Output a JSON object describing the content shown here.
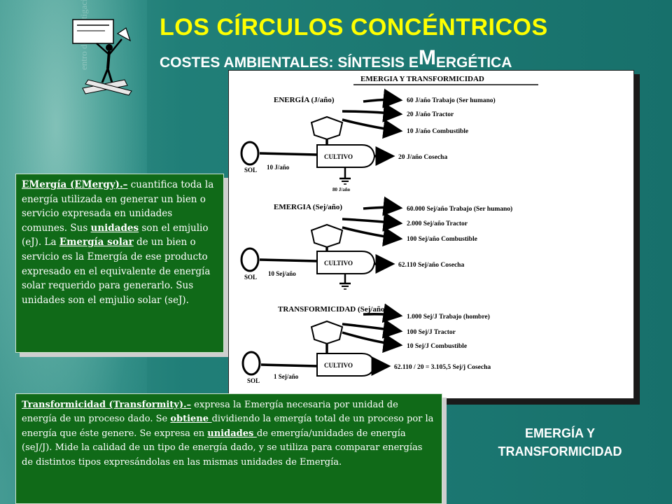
{
  "header": {
    "title": "LOS CÍRCULOS CONCÉNTRICOS",
    "subtitle_pre": "COSTES AMBIENTALES: SÍNTESIS E",
    "subtitle_big": "M",
    "subtitle_post": "ERGÉTICA"
  },
  "watermark": "entro de investigació",
  "diagram": {
    "title": "EMERGIA Y TRANSFORMICIDAD",
    "sections": [
      {
        "heading": "ENERGÍA (J/año)",
        "inputs": [
          "60  J/año Trabajo (Ser humano)",
          "20 J/año Tractor",
          "10 J/año Combustible"
        ],
        "source_label": "SOL",
        "source_value": "10 J/año",
        "process": "CULTIVO",
        "output": "20 J/año Cosecha",
        "sink": "80 J/año"
      },
      {
        "heading": "EMERGIA (Sej/año)",
        "inputs": [
          "60.000  Sej/año Trabajo (Ser humano)",
          "2.000 Sej/año Tractor",
          "100 Sej/año Combustible"
        ],
        "source_label": "SOL",
        "source_value": "10 Sej/año",
        "process": "CULTIVO",
        "output": "62.110 Sej/año Cosecha"
      },
      {
        "heading": "TRANSFORMICIDAD (Sej/año)",
        "inputs": [
          "1.000  Sej/J Trabajo (hombre)",
          "100 Sej/J Tractor",
          "10 Sej/J Combustible"
        ],
        "source_label": "SOL",
        "source_value": "1 Sej/año",
        "process": "CULTIVO",
        "output": "62.110 / 20 = 3.105,5 Sej/j Cosecha"
      }
    ]
  },
  "emergy_box": {
    "heading": "EMergía (EMergy).",
    "dash": "–",
    "t1": " cuantifica toda la energía utilizada en generar un bien o servicio expresada en unidades comunes. Sus ",
    "u1": "unidades",
    "t2": " son el emjulio (eJ). La ",
    "u2": "Emergía solar",
    "t3": " de un bien o servicio es la Emergía de ese producto expresado en el equivalente de energía solar requerido para generarlo. Sus unidades son el emjulio solar (seJ)."
  },
  "transf_box": {
    "heading": "Transformicidad (Transformity).–",
    "t1": " expresa la Emergía necesaria por unidad de energía de un proceso dado. Se ",
    "u1": "obtiene ",
    "t2": "dividiendo la emergía total de un proceso por la energía que éste genere. Se expresa en ",
    "u2": "unidades ",
    "t3": "de emergía/unidades de energía (seJ/J). Mide la calidad de un tipo de energía dado, y se utiliza para comparar energías de distintos tipos expresándolas en las mismas unidades de Emergía."
  },
  "caption": {
    "line1": "EMERGÍA Y",
    "line2": "TRANSFORMICIDAD"
  },
  "colors": {
    "title": "#ffff00",
    "box_bg": "#106a18",
    "background": "#17706b"
  }
}
